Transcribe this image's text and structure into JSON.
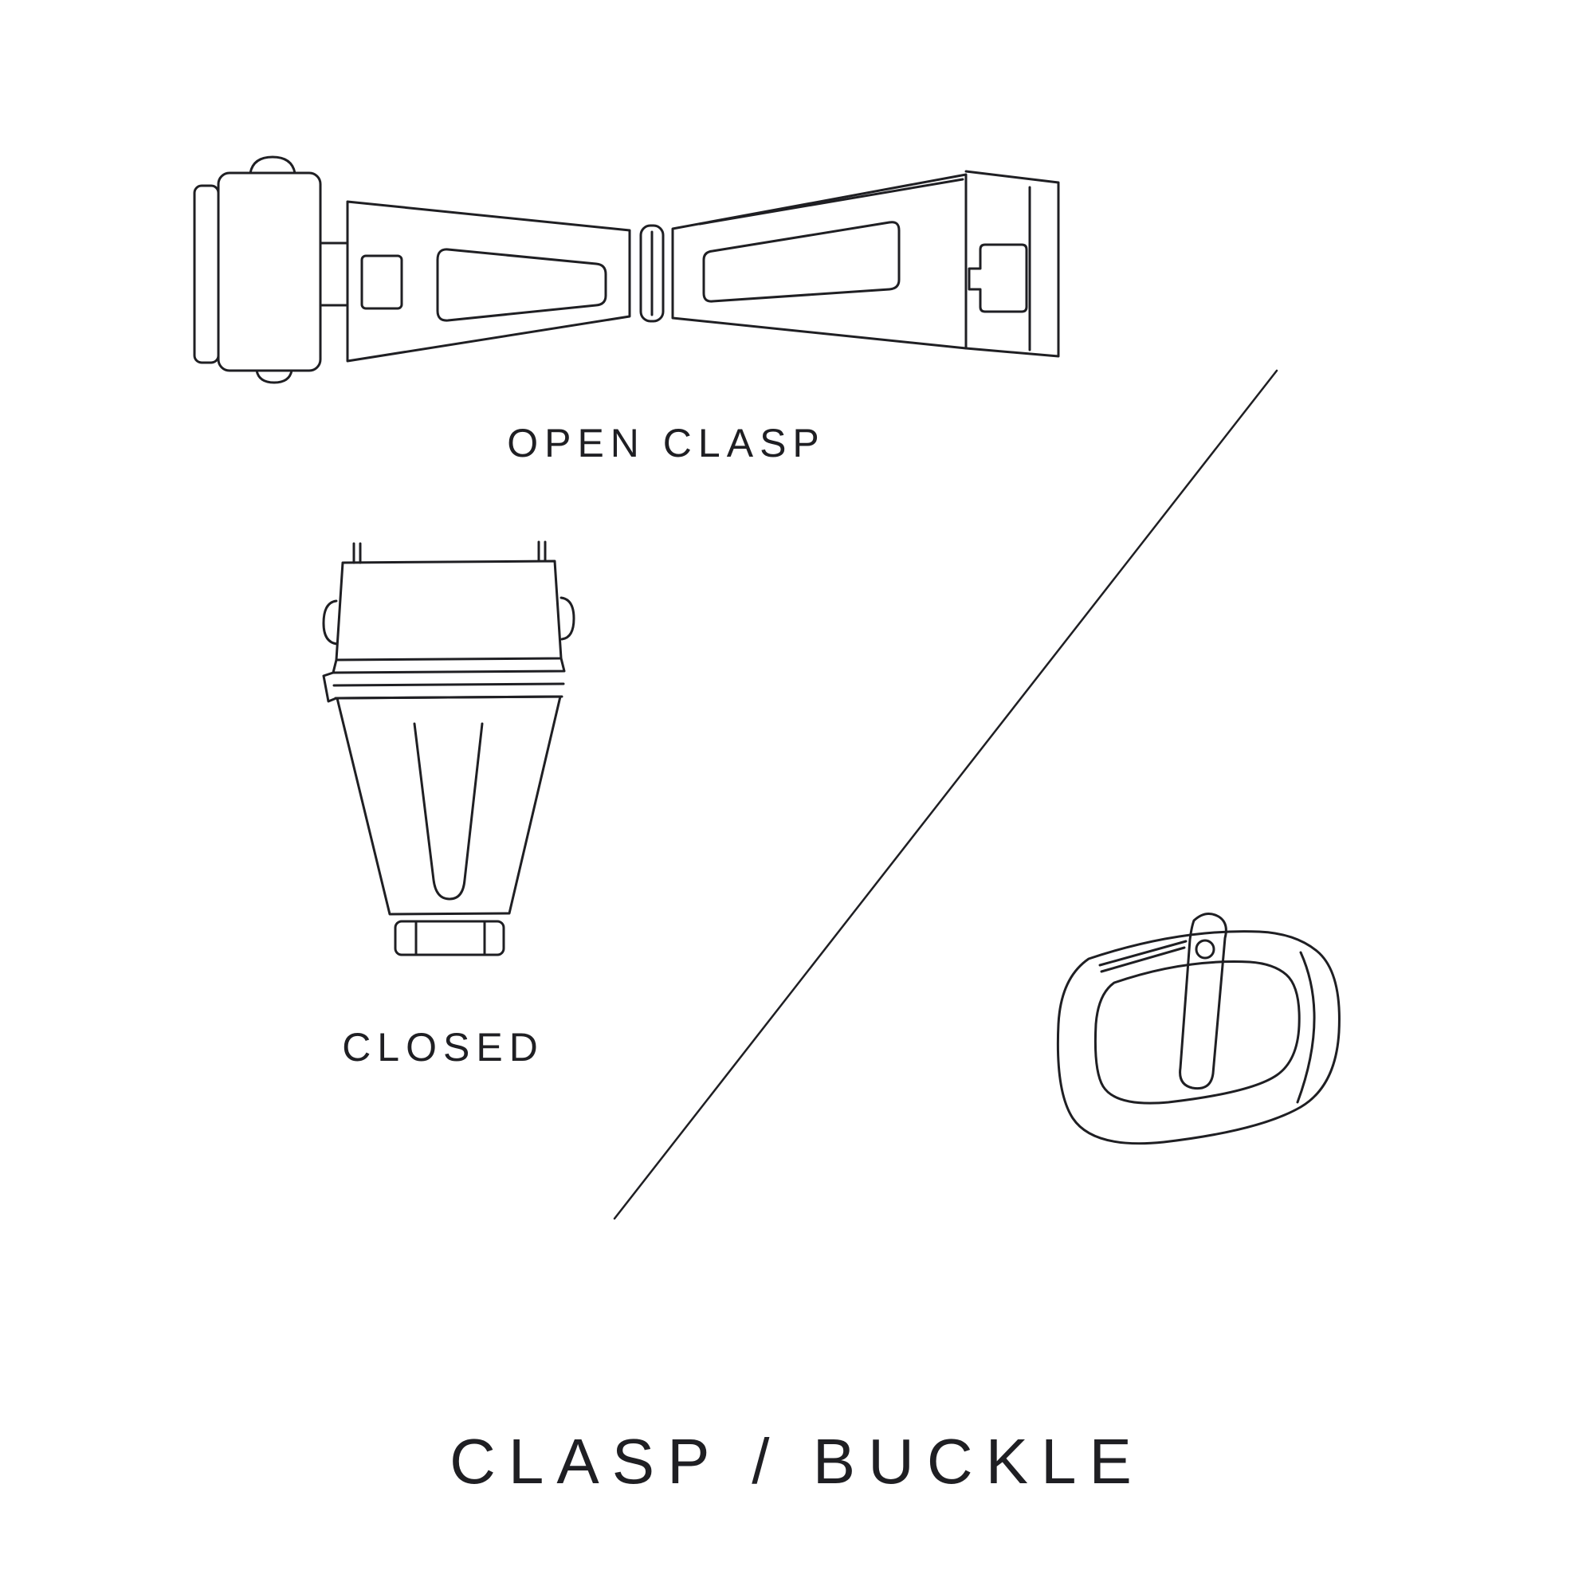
{
  "page": {
    "background": "#ffffff",
    "line_color": "#1f1f23",
    "text_color": "#1f1f23"
  },
  "labels": {
    "open_clasp": "OPEN CLASP",
    "closed": "CLOSED",
    "title": "CLASP / BUCKLE"
  },
  "illustrations": {
    "open_clasp": "open-deployant-clasp-line-drawing",
    "closed_clasp": "closed-clasp-line-drawing",
    "buckle": "pin-buckle-line-drawing"
  }
}
